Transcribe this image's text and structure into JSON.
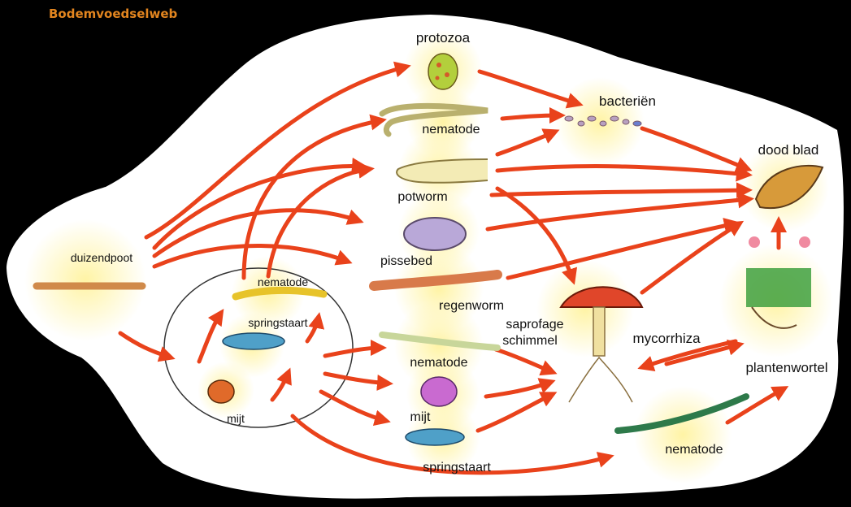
{
  "header": {
    "title": "Bodemvoedselweb"
  },
  "colors": {
    "title": "#e2851f",
    "background": "#000000",
    "blob": "#ffffff",
    "glow": "#fff3a0",
    "arrow": "#e9421b"
  },
  "nodes": {
    "protozoa": "protozoa",
    "nematode_top": "nematode",
    "bacterien": "bacteriën",
    "dood_blad": "dood blad",
    "potworm": "potworm",
    "pissebed": "pissebed",
    "duizendpoot": "duizendpoot",
    "nematode_group": "nematode",
    "springstaart_group": "springstaart",
    "mijt_group": "mijt",
    "regenworm": "regenworm",
    "saprofage": "saprofage",
    "schimmel": "schimmel",
    "mycorrhiza": "mycorrhiza",
    "nematode_mid": "nematode",
    "mijt_bottom": "mijt",
    "springstaart_bottom": "springstaart",
    "plantenwortel": "plantenwortel",
    "nematode_bottom": "nematode"
  }
}
